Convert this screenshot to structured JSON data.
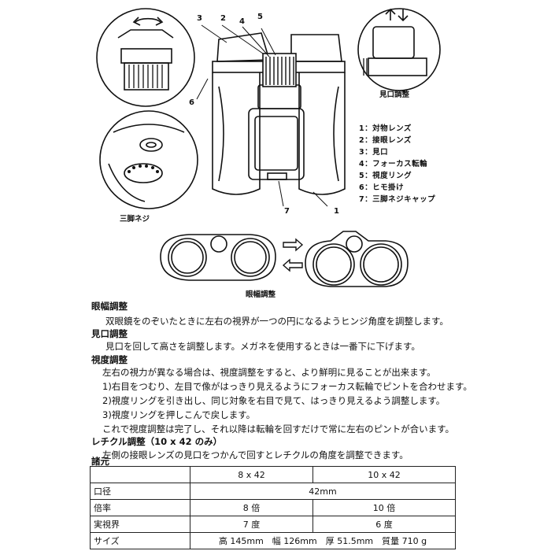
{
  "callouts": {
    "n1": "1",
    "n2": "2",
    "n3": "3",
    "n4": "4",
    "n5": "5",
    "n6": "6",
    "n7": "7"
  },
  "captions": {
    "eyecup": "見口調整",
    "tripod": "三脚ネジ",
    "ipd": "眼幅調整"
  },
  "legend": [
    "1：対物レンズ",
    "2：接眼レンズ",
    "3：見口",
    "4：フォーカス転輪",
    "5：視度リング",
    "6：ヒモ掛け",
    "7：三脚ネジキャップ"
  ],
  "sections": {
    "ipd_title": "眼幅調整",
    "ipd_body": "双眼鏡をのぞいたときに左右の視界が一つの円になるようヒンジ角度を調整します。",
    "eyecup_title": "見口調整",
    "eyecup_body": "見口を回して高さを調整します。メガネを使用するときは一番下に下げます。",
    "diopter_title": "視度調整",
    "diopter_lines": [
      "左右の視力が異なる場合は、視度調整をすると、より鮮明に見ることが出来ます。",
      "1)右目をつむり、左目で像がはっきり見えるようにフォーカス転輪でピントを合わせます。",
      "2)視度リングを引き出し、同じ対象を右目で見て、はっきり見えるよう調整します。",
      "3)視度リングを押しこんで戻します。",
      "これで視度調整は完了し、それ以降は転輪を回すだけで常に左右のピントが合います。"
    ],
    "reticle_title": "レチクル調整（10 x 42 のみ）",
    "reticle_body": "左側の接眼レンズの見口をつかんで回すとレチクルの角度を調整できます。",
    "spec_title": "諸元"
  },
  "spec_table": {
    "header": [
      "",
      "8 x 42",
      "10 x 42"
    ],
    "rows": [
      {
        "label": "口径",
        "merged": "42mm"
      },
      {
        "label": "倍率",
        "a": "8 倍",
        "b": "10 倍"
      },
      {
        "label": "実視界",
        "a": "7 度",
        "b": "6 度"
      },
      {
        "label": "サイズ",
        "merged": "高 145mm　幅 126mm　厚 51.5mm　質量 710 g"
      }
    ]
  }
}
